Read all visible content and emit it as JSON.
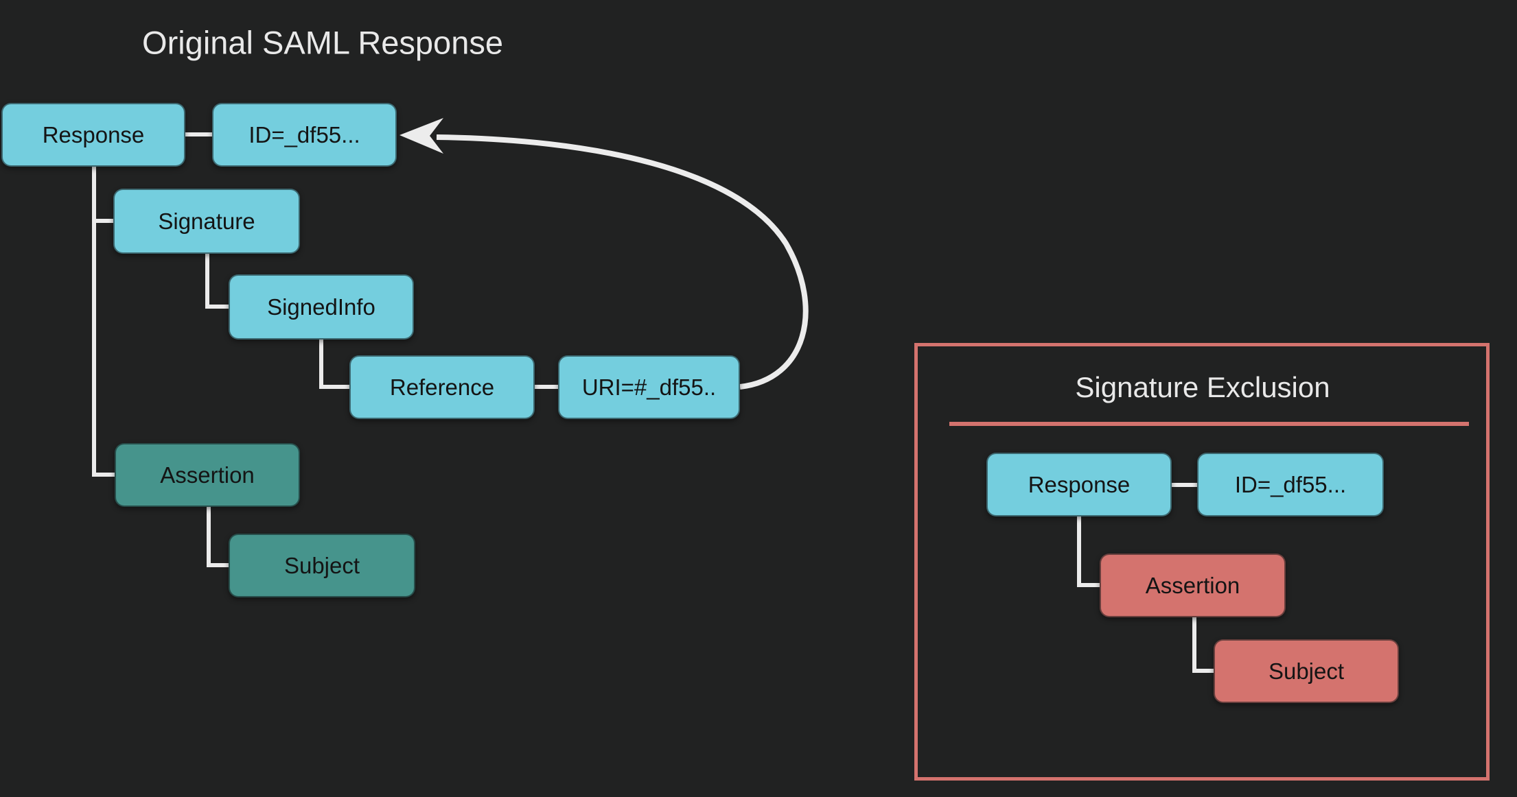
{
  "left_diagram": {
    "title": "Original SAML Response",
    "nodes": {
      "response": "Response",
      "id": "ID=_df55...",
      "signature": "Signature",
      "signedinfo": "SignedInfo",
      "reference": "Reference",
      "uri": "URI=#_df55..",
      "assertion": "Assertion",
      "subject": "Subject"
    }
  },
  "right_panel": {
    "title": "Signature Exclusion",
    "nodes": {
      "response": "Response",
      "id": "ID=_df55...",
      "assertion": "Assertion",
      "subject": "Subject"
    }
  },
  "colors": {
    "background": "#212222",
    "node_cyan": "#74cede",
    "node_teal": "#46948c",
    "node_red": "#d4736e",
    "panel_border": "#d4736e",
    "connector": "#ececec",
    "node_text": "#141414",
    "title_text": "#e9e9e9"
  }
}
